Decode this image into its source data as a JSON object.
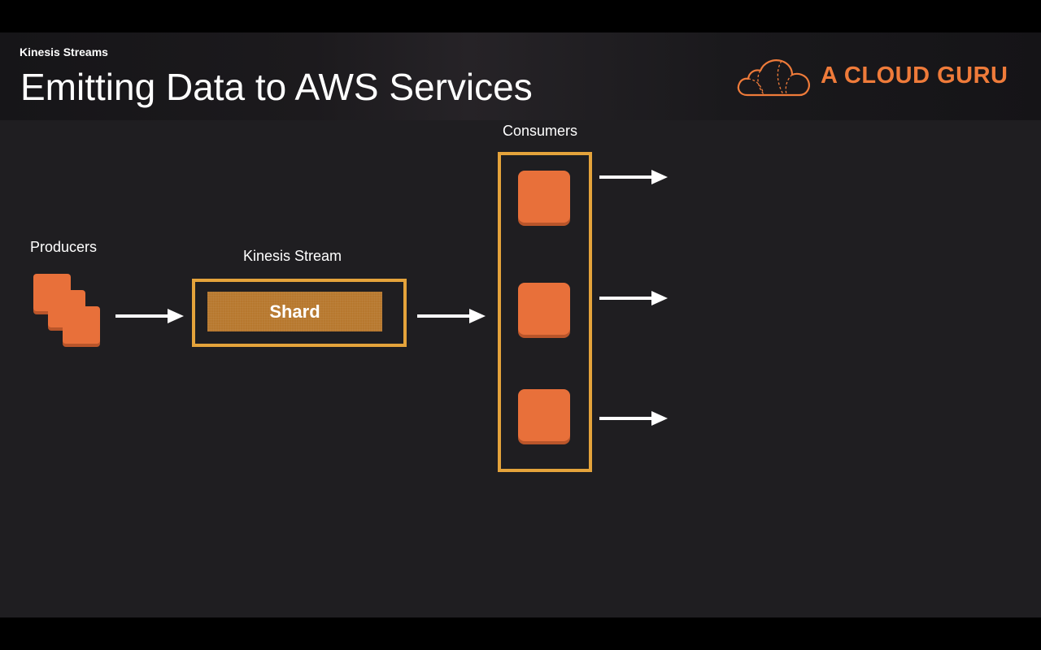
{
  "slide": {
    "section": "Kinesis Streams",
    "title": "Emitting Data to AWS Services",
    "brand": "A CLOUD GURU"
  },
  "diagram": {
    "producers_label": "Producers",
    "stream_label": "Kinesis Stream",
    "shard_label": "Shard",
    "consumers_label": "Consumers"
  },
  "colors": {
    "accent_orange": "#e8703a",
    "frame_gold": "#e4a33b",
    "shard_fill": "#b7782e",
    "brand_orange": "#ef7b3a",
    "background": "#1f1e21"
  },
  "icons": [
    "cloud-logo-icon",
    "arrow-right-icon"
  ]
}
